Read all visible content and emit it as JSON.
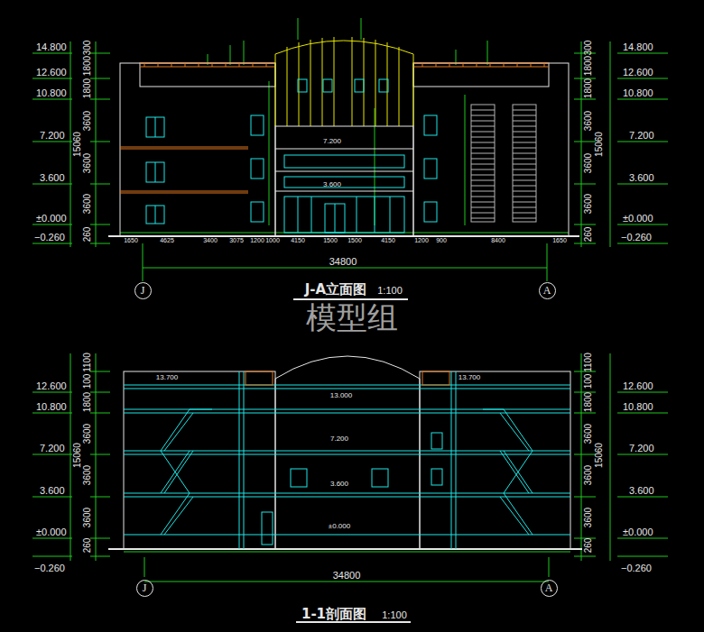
{
  "diagram": {
    "nodes": [
      {
        "text": [
          "J"
        ]
      },
      {
        "text": [
          "A"
        ]
      },
      {
        "text": [
          "J"
        ]
      },
      {
        "text": [
          "A"
        ]
      }
    ],
    "labels": [
      "14.800",
      "12.600",
      "10.800",
      "7.200",
      "3.600",
      "±0.000",
      "−0.260",
      "300",
      "1800",
      "1800",
      "3600",
      "3600",
      "3600",
      "260",
      "15060",
      "14.800",
      "12.600",
      "10.800",
      "7.200",
      "3.600",
      "±0.000",
      "−0.260",
      "300",
      "1800",
      "1800",
      "3600",
      "3600",
      "3600",
      "260",
      "15060",
      "1650",
      "4625",
      "3400",
      "3075",
      "1200",
      "1000",
      "4150",
      "1500",
      "1500",
      "4150",
      "1200",
      "900",
      "8400",
      "1650",
      "34800",
      "J-A立面图",
      "1:100",
      "模型组",
      "7.200",
      "3.600",
      "12.600",
      "10.800",
      "7.200",
      "3.600",
      "±0.000",
      "−0.260",
      "1100",
      "100",
      "1800",
      "3600",
      "3600",
      "3600",
      "260",
      "15060",
      "12.600",
      "10.800",
      "7.200",
      "3.600",
      "±0.000",
      "−0.260",
      "1100",
      "100",
      "1800",
      "3600",
      "3600",
      "3600",
      "260",
      "15060",
      "34800",
      "1-1剖面图",
      "1:100",
      "13.700",
      "13.700",
      "13.000",
      "7.200",
      "3.600",
      "±0.000"
    ]
  }
}
